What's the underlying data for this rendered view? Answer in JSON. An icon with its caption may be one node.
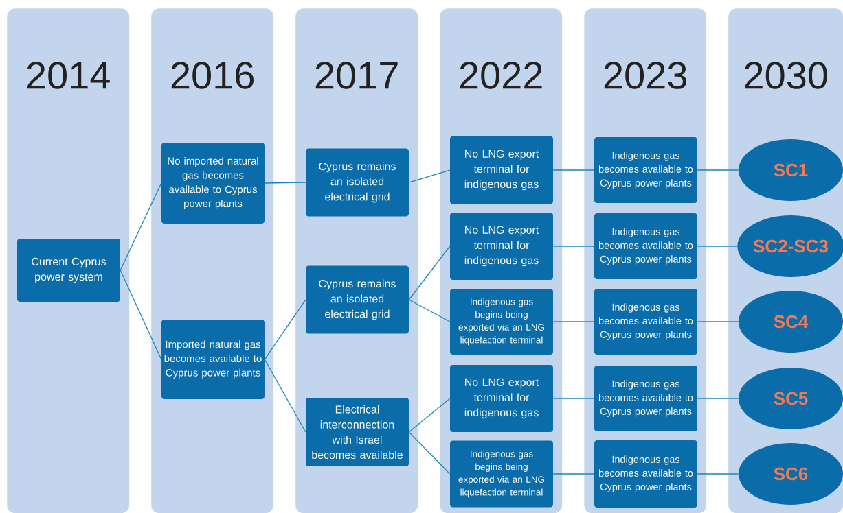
{
  "diagram": {
    "nodes": [
      {
        "text": [
          "2014"
        ]
      },
      {
        "text": [
          "2016"
        ]
      },
      {
        "text": [
          "2017"
        ]
      },
      {
        "text": [
          "2022"
        ]
      },
      {
        "text": [
          "2023"
        ]
      },
      {
        "text": [
          "2030"
        ]
      },
      {
        "text": [
          "Current Cyprus power system"
        ],
        "in": 0
      },
      {
        "text": [
          "No imported natural gas becomes available to Cyprus power plants"
        ],
        "in": 1
      },
      {
        "text": [
          "Imported natural gas becomes available to Cyprus power plants"
        ],
        "in": 1
      },
      {
        "text": [
          "Cyprus remains an isolated electrical grid"
        ],
        "in": 2
      },
      {
        "text": [
          "Cyprus remains an isolated electrical grid"
        ],
        "in": 2
      },
      {
        "text": [
          "Electrical interconnection with Israel becomes available"
        ],
        "in": 2
      },
      {
        "text": [
          "No LNG export terminal for indigenous gas"
        ],
        "in": 3
      },
      {
        "text": [
          "No LNG export terminal for indigenous gas"
        ],
        "in": 3
      },
      {
        "text": [
          "Indigenous gas begins being exported via an LNG liquefaction terminal"
        ],
        "in": 3
      },
      {
        "text": [
          "No LNG export terminal for indigenous gas"
        ],
        "in": 3
      },
      {
        "text": [
          "Indigenous gas begins being exported via an LNG liquefaction terminal"
        ],
        "in": 3
      },
      {
        "text": [
          "Indigenous gas becomes available to Cyprus power plants"
        ],
        "in": 4
      },
      {
        "text": [
          "Indigenous gas becomes available to Cyprus power plants"
        ],
        "in": 4
      },
      {
        "text": [
          "Indigenous gas becomes available to Cyprus power plants"
        ],
        "in": 4
      },
      {
        "text": [
          "Indigenous gas becomes available to Cyprus power plants"
        ],
        "in": 4
      },
      {
        "text": [
          "Indigenous gas becomes available to Cyprus power plants"
        ],
        "in": 4
      },
      {
        "text": [
          "SC1"
        ],
        "in": 5
      },
      {
        "text": [
          "SC2-SC3"
        ],
        "in": 5
      },
      {
        "text": [
          "SC4"
        ],
        "in": 5
      },
      {
        "text": [
          "SC5"
        ],
        "in": 5
      },
      {
        "text": [
          "SC6"
        ],
        "in": 5
      }
    ],
    "edges": [
      {
        "from": 6,
        "to": 7,
        "arrow": "none"
      },
      {
        "from": 6,
        "to": 8,
        "arrow": "none"
      },
      {
        "from": 7,
        "to": 9,
        "arrow": "none"
      },
      {
        "from": 8,
        "to": 10,
        "arrow": "none"
      },
      {
        "from": 8,
        "to": 11,
        "arrow": "none"
      },
      {
        "from": 9,
        "to": 12,
        "arrow": "none"
      },
      {
        "from": 10,
        "to": 13,
        "arrow": "none"
      },
      {
        "from": 10,
        "to": 14,
        "arrow": "none"
      },
      {
        "from": 11,
        "to": 15,
        "arrow": "none"
      },
      {
        "from": 11,
        "to": 16,
        "arrow": "none"
      },
      {
        "from": 12,
        "to": 17,
        "arrow": "none"
      },
      {
        "from": 13,
        "to": 18,
        "arrow": "none"
      },
      {
        "from": 14,
        "to": 19,
        "arrow": "none"
      },
      {
        "from": 15,
        "to": 20,
        "arrow": "none"
      },
      {
        "from": 16,
        "to": 21,
        "arrow": "none"
      },
      {
        "from": 17,
        "to": 22,
        "arrow": "none"
      },
      {
        "from": 18,
        "to": 23,
        "arrow": "none"
      },
      {
        "from": 19,
        "to": 24,
        "arrow": "none"
      },
      {
        "from": 20,
        "to": 25,
        "arrow": "none"
      },
      {
        "from": 21,
        "to": 26,
        "arrow": "none"
      }
    ]
  }
}
